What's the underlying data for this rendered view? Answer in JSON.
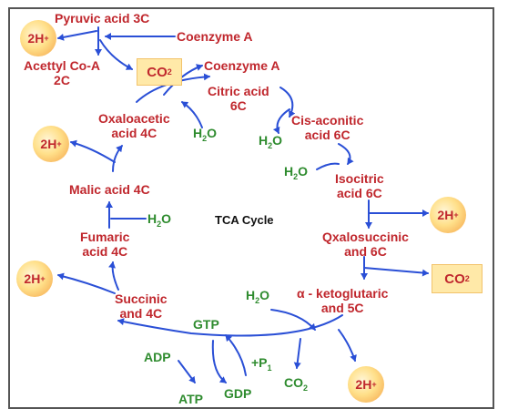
{
  "title": "TCA Cycle",
  "compounds": {
    "pyruvic": "Pyruvic acid 3C",
    "acetyl_1": "Acettyl Co-A",
    "acetyl_2": "2C",
    "citric_1": "Citric acid",
    "citric_2": "6C",
    "cisaconitic_1": "Cis-aconitic",
    "cisaconitic_2": "acid 6C",
    "isocitric_1": "Isocitric",
    "isocitric_2": "acid 6C",
    "oxalosuccinic_1": "Qxalosuccinic",
    "oxalosuccinic_2": "and 6C",
    "ketoglutaric_1": "α - ketoglutaric",
    "ketoglutaric_2": "and 5C",
    "succinic_1": "Succinic",
    "succinic_2": "and 4C",
    "fumaric_1": "Fumaric",
    "fumaric_2": "acid 4C",
    "malic": "Malic acid 4C",
    "oxaloacetic_1": "Oxaloacetic",
    "oxaloacetic_2": "acid 4C"
  },
  "cofactors": {
    "coenzyme_a_in": "Coenzyme A",
    "coenzyme_a_out": "Coenzyme A",
    "gtp": "GTP",
    "gdp": "GDP",
    "adp": "ADP",
    "atp": "ATP",
    "pi_main": "+P",
    "pi_sub": "1"
  },
  "h2o": {
    "main": "H",
    "sub": "2",
    "tail": "O"
  },
  "co2": {
    "main": "CO",
    "sub": "2"
  },
  "h2plus": {
    "main": "2H",
    "sup": "+"
  },
  "colors": {
    "compound": "#c0272d",
    "cofactor": "#2e8b2e",
    "arrow": "#2a4fd6",
    "circle": "#ffd98a"
  }
}
